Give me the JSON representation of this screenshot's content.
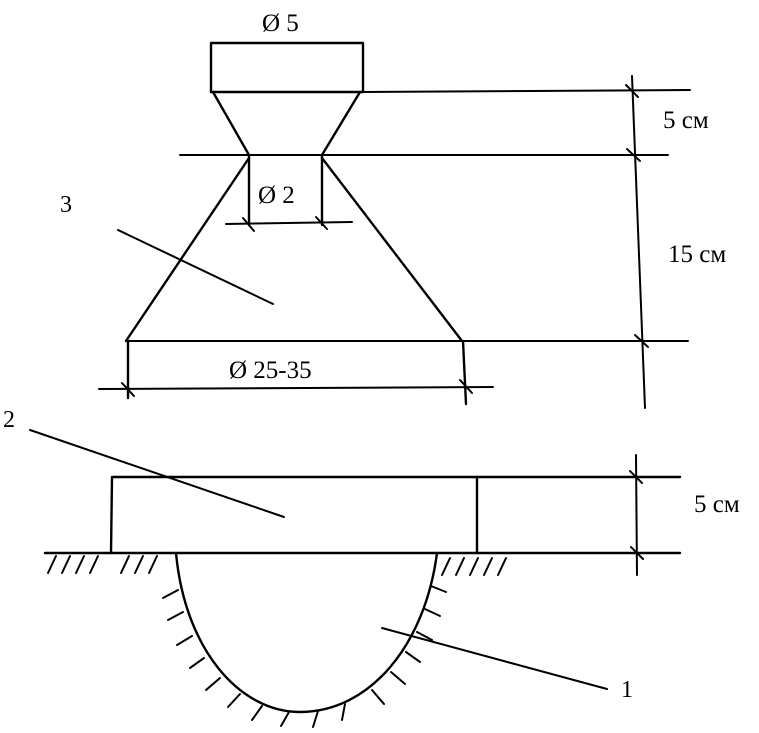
{
  "diagram": {
    "diameters": {
      "top": "Ø 5",
      "neck": "Ø 2",
      "base": "Ø 25-35"
    },
    "heights": {
      "top_section": "5 см",
      "cone_section": "15 см",
      "plate": "5 см"
    },
    "labels": {
      "one": "1",
      "two": "2",
      "three": "3"
    }
  }
}
